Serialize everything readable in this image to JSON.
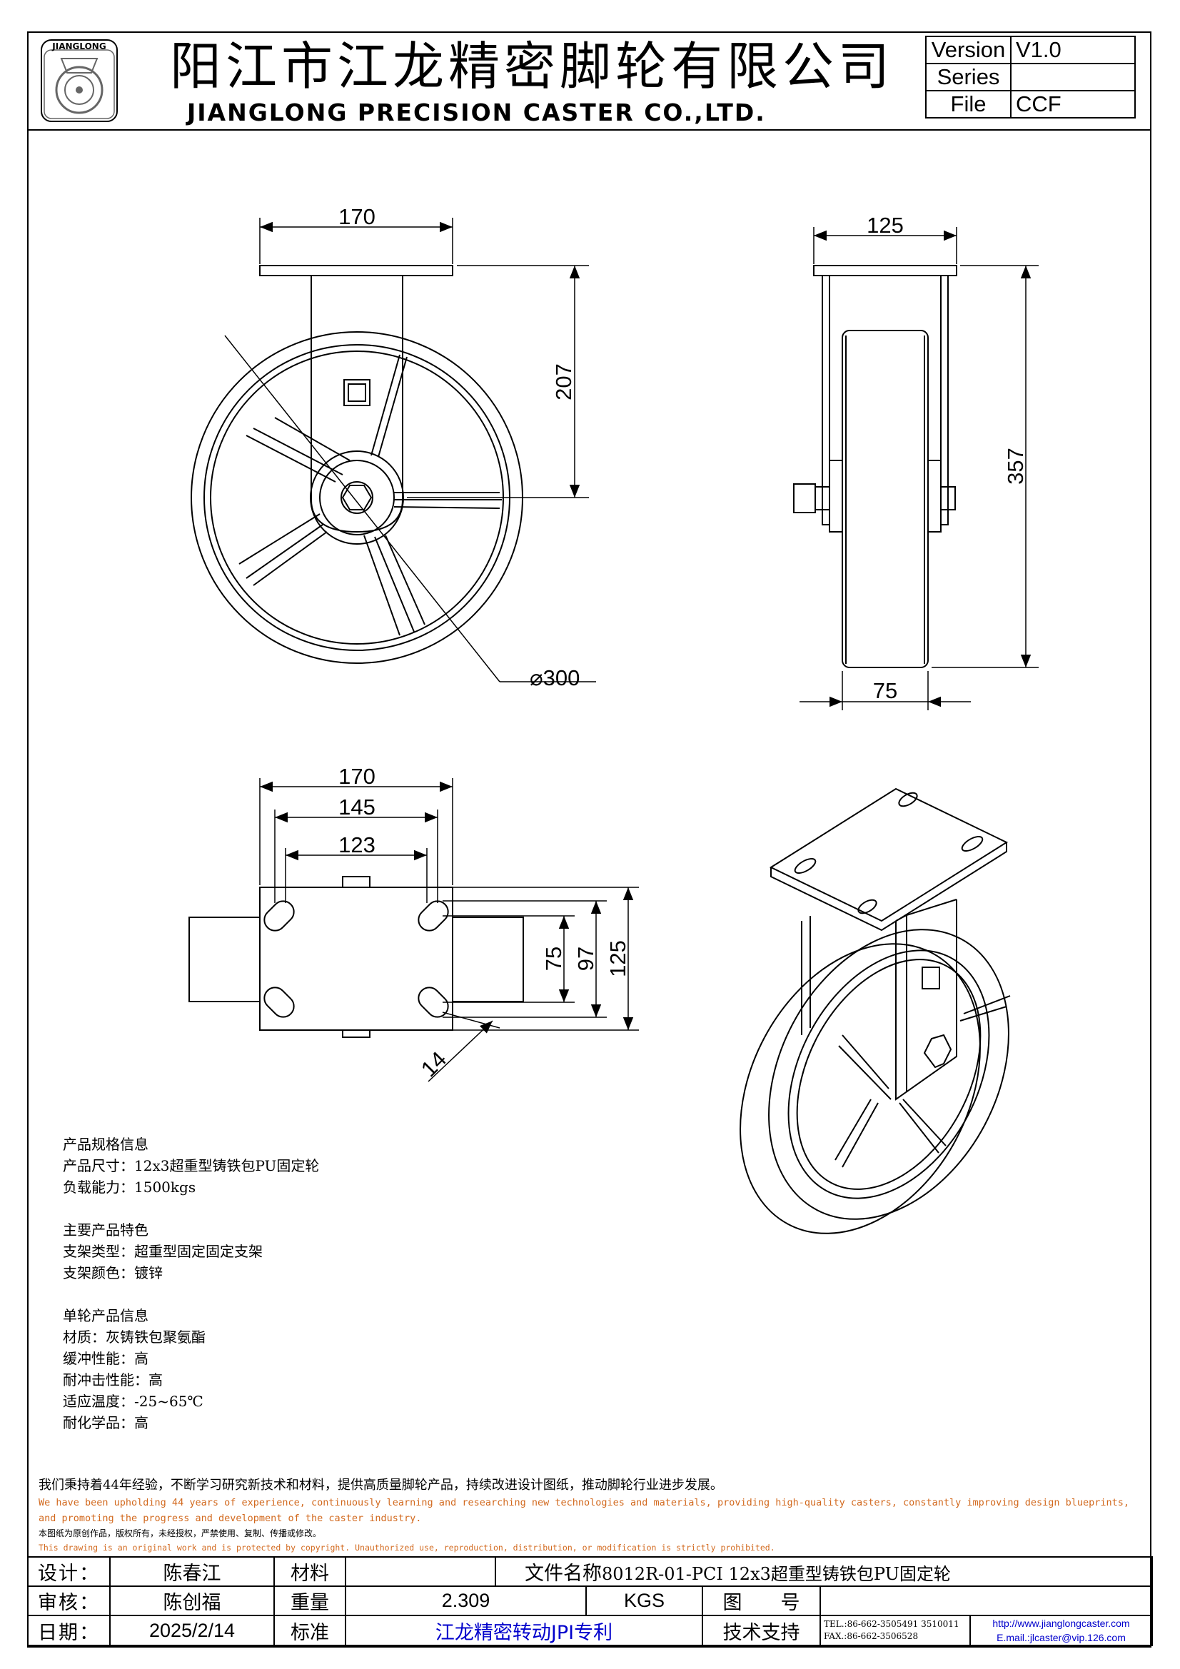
{
  "header": {
    "logo_text": "JIANGLONG",
    "company_cn": "阳江市江龙精密脚轮有限公司",
    "company_en": "JIANGLONG PRECISION CASTER CO.,LTD.",
    "version_table": [
      {
        "label": "Version",
        "value": "V1.0"
      },
      {
        "label": "Series",
        "value": ""
      },
      {
        "label": "File",
        "value": "CCF"
      }
    ]
  },
  "dimensions": {
    "front_width": "170",
    "front_height": "207",
    "diameter": "⌀300",
    "side_width": "125",
    "side_height": "357",
    "wheel_width": "75",
    "plate_width": "170",
    "hole_span_outer": "145",
    "hole_span_inner": "123",
    "plate_v_75": "75",
    "plate_v_97": "97",
    "plate_v_125": "125",
    "slot_width": "14"
  },
  "specs": {
    "product_info_title": "产品规格信息",
    "product_size": "产品尺寸：12x3超重型铸铁包PU固定轮",
    "load": "负载能力：1500kgs",
    "features_title": "主要产品特色",
    "bracket_type": "支架类型：超重型固定固定支架",
    "bracket_color": "支架颜色：镀锌",
    "wheel_title": "单轮产品信息",
    "material": "材质：灰铸铁包聚氨酯",
    "cushion": "缓冲性能：高",
    "impact": "耐冲击性能：高",
    "temperature": "适应温度：-25~65℃",
    "chemical": "耐化学品：高"
  },
  "notes": {
    "cn_commitment": "我们秉持着44年经验，不断学习研究新技术和材料，提供高质量脚轮产品，持续改进设计图纸，推动脚轮行业进步发展。",
    "en_commitment": "We have been upholding 44 years of experience, continuously learning and researching new technologies and materials, providing high-quality casters, constantly improving design blueprints, and promoting the progress and development of the caster industry.",
    "cn_copyright": "本图纸为原创作品，版权所有，未经授权，严禁使用、复制、传播或修改。",
    "en_copyright": "This drawing is an original work and is protected by copyright. Unauthorized use, reproduction, distribution, or modification is strictly prohibited."
  },
  "title_block": {
    "design_label": "设计：",
    "designer": "陈春江",
    "material_label": "材料",
    "material_value": "",
    "filename_label": "文件名称",
    "filename": "8012R-01-PCI 12x3超重型铸铁包PU固定轮",
    "review_label": "审核：",
    "reviewer": "陈创福",
    "weight_label": "重量",
    "weight": "2.309",
    "weight_unit": "KGS",
    "drawing_no_label": "图　　号",
    "drawing_no": "",
    "date_label": "日期：",
    "date": "2025/2/14",
    "standard_label": "标准",
    "standard": "江龙精密转动JPI专利",
    "support_label": "技术支持",
    "tel": "TEL.:86-662-3505491 3510011",
    "fax": "FAX.:86-662-3506528",
    "website": "http://www.jianglongcaster.com",
    "email": "E.mail.:jlcaster@vip.126.com"
  }
}
